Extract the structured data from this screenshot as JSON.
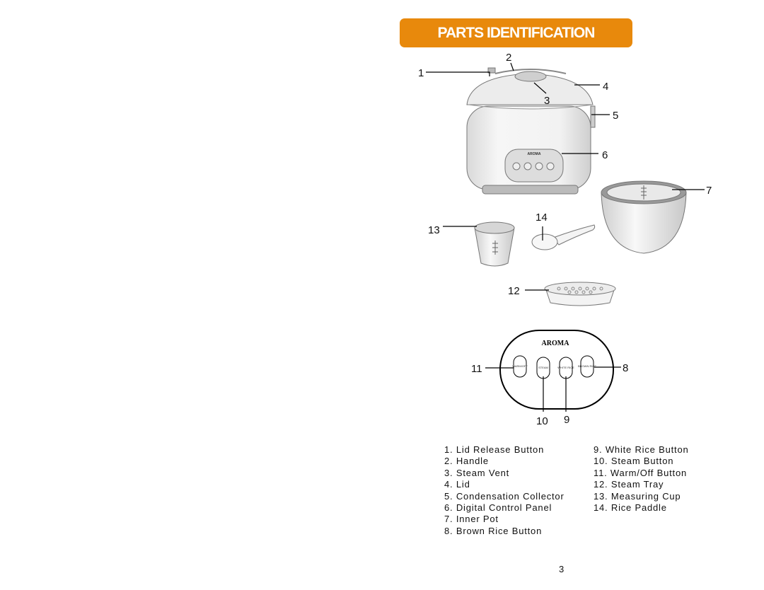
{
  "header": {
    "title": "PARTS IDENTIFICATION"
  },
  "brand": {
    "logo_text": "AROMA"
  },
  "panel_buttons": [
    "WARM/OFF",
    "STEAM",
    "WHITE RICE",
    "BROWN RICE"
  ],
  "callouts": [
    "1",
    "2",
    "3",
    "4",
    "5",
    "6",
    "7",
    "8",
    "9",
    "10",
    "11",
    "12",
    "13",
    "14"
  ],
  "parts_left": [
    "1. Lid Release Button",
    "2. Handle",
    "3. Steam Vent",
    "4. Lid",
    "5. Condensation Collector",
    "6. Digital Control Panel",
    "7. Inner Pot",
    "8. Brown Rice Button"
  ],
  "parts_right": [
    "9. White Rice Button",
    "10. Steam Button",
    "11. Warm/Off Button",
    "12. Steam Tray",
    "13. Measuring Cup",
    "14. Rice Paddle"
  ],
  "page_number": "3",
  "colors": {
    "banner": "#e8890c",
    "banner_text": "#ffffff"
  }
}
